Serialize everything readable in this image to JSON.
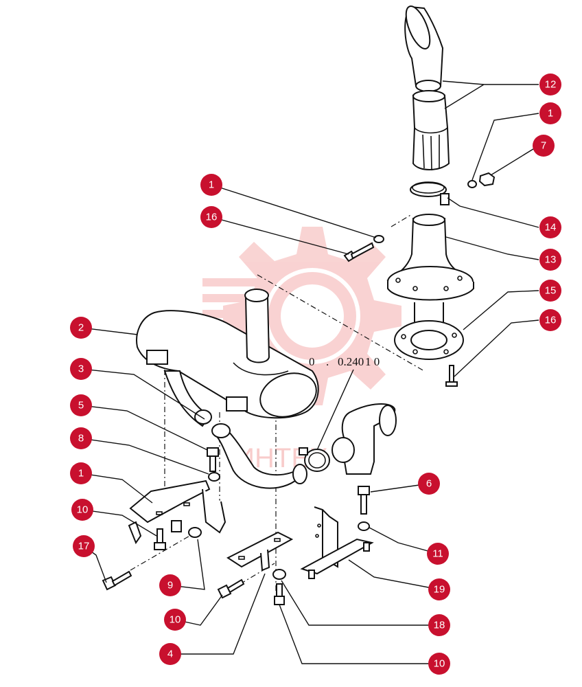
{
  "watermark": {
    "text": "ИНТЕХ",
    "color": "#e53935"
  },
  "reference": {
    "prefix": "0",
    "dot": ".",
    "code": "0.240",
    "suffix": "1 0"
  },
  "callouts": [
    "12",
    "1",
    "7",
    "1",
    "14",
    "16",
    "13",
    "15",
    "16",
    "2",
    "3",
    "5",
    "8",
    "1",
    "6",
    "10",
    "11",
    "17",
    "19",
    "9",
    "10",
    "18",
    "4",
    "10"
  ],
  "colors": {
    "callout": "#c8102e",
    "line": "#111111"
  }
}
